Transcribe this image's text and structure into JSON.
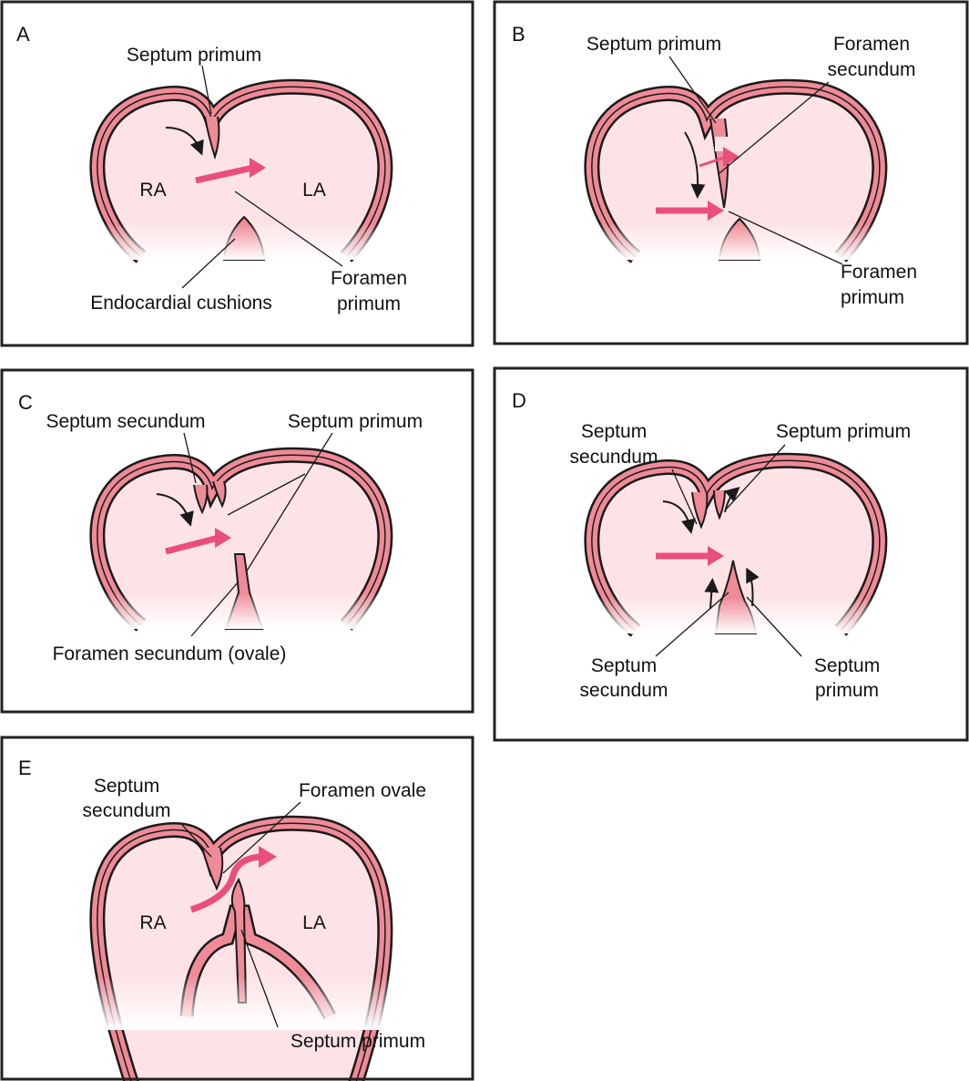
{
  "colors": {
    "outline": "#1a1a1a",
    "wall": "#ef8a97",
    "interior": "#fde3e6",
    "flow_arrow": "#ea4f7b",
    "frame": "#222222"
  },
  "panels": {
    "A": {
      "letter": "A",
      "septum_primum": "Septum primum",
      "ra": "RA",
      "la": "LA",
      "cushions": "Endocardial cushions",
      "foramen_1": "Foramen",
      "foramen_2": "primum"
    },
    "B": {
      "letter": "B",
      "septum_primum": "Septum primum",
      "sec_1": "Foramen",
      "sec_2": "secundum",
      "pri_1": "Foramen",
      "pri_2": "primum"
    },
    "C": {
      "letter": "C",
      "septum_secundum": "Septum secundum",
      "septum_primum": "Septum primum",
      "foramen": "Foramen secundum (ovale)"
    },
    "D": {
      "letter": "D",
      "ss_top_1": "Septum",
      "ss_top_2": "secundum",
      "sp_top": "Septum primum",
      "ss_bot_1": "Septum",
      "ss_bot_2": "secundum",
      "sp_bot_1": "Septum",
      "sp_bot_2": "primum"
    },
    "E": {
      "letter": "E",
      "ss_1": "Septum",
      "ss_2": "secundum",
      "foramen_ovale": "Foramen ovale",
      "ra": "RA",
      "la": "LA",
      "septum_primum": "Septum primum"
    }
  }
}
